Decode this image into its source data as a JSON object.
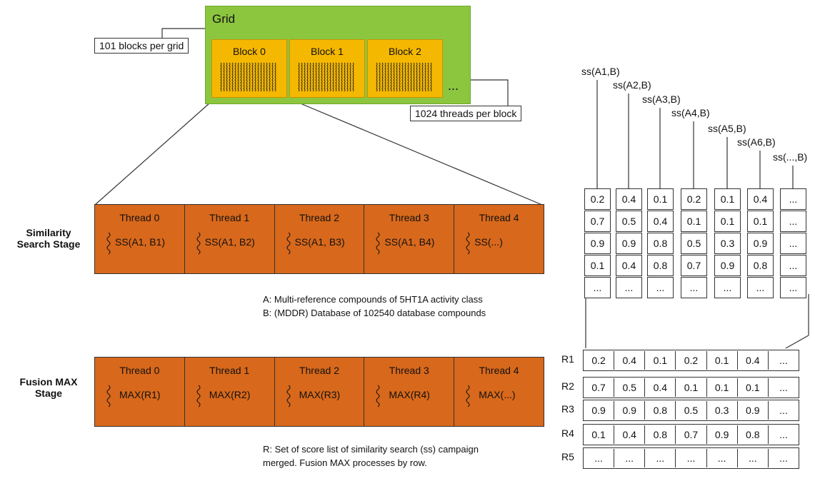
{
  "grid": {
    "title": "Grid",
    "blocks_callout": "101 blocks per grid",
    "threads_callout": "1024 threads per block",
    "blocks": [
      "Block 0",
      "Block 1",
      "Block 2"
    ],
    "ellipsis": "..."
  },
  "similarity_stage": {
    "label_line1": "Similarity",
    "label_line2": "Search Stage",
    "threads": [
      {
        "name": "Thread 0",
        "op": "SS(A1, B1)"
      },
      {
        "name": "Thread 1",
        "op": "SS(A1, B2)"
      },
      {
        "name": "Thread 2",
        "op": "SS(A1, B3)"
      },
      {
        "name": "Thread 3",
        "op": "SS(A1, B4)"
      },
      {
        "name": "Thread 4",
        "op": "SS(...)"
      }
    ],
    "note_line1": "A: Multi-reference compounds of 5HT1A activity class",
    "note_line2": "B: (MDDR) Database of 102540 database compounds"
  },
  "fusion_stage": {
    "label_line1": "Fusion MAX",
    "label_line2": "Stage",
    "threads": [
      {
        "name": "Thread 0",
        "op": "MAX(R1)"
      },
      {
        "name": "Thread 1",
        "op": "MAX(R2)"
      },
      {
        "name": "Thread 2",
        "op": "MAX(R3)"
      },
      {
        "name": "Thread 3",
        "op": "MAX(R4)"
      },
      {
        "name": "Thread 4",
        "op": "MAX(...)"
      }
    ],
    "note_line1": "R: Set of score list of similarity search (ss) campaign",
    "note_line2": "merged. Fusion MAX processes by row."
  },
  "score_columns": {
    "headers": [
      "ss(A1,B)",
      "ss(A2,B)",
      "ss(A3,B)",
      "ss(A4,B)",
      "ss(A5,B)",
      "ss(A6,B)",
      "ss(...,B)"
    ],
    "cells": [
      [
        "0.2",
        "0.4",
        "0.1",
        "0.2",
        "0.1",
        "0.4",
        "..."
      ],
      [
        "0.7",
        "0.5",
        "0.4",
        "0.1",
        "0.1",
        "0.1",
        "..."
      ],
      [
        "0.9",
        "0.9",
        "0.8",
        "0.5",
        "0.3",
        "0.9",
        "..."
      ],
      [
        "0.1",
        "0.4",
        "0.8",
        "0.7",
        "0.9",
        "0.8",
        "..."
      ],
      [
        "...",
        "...",
        "...",
        "...",
        "...",
        "...",
        "..."
      ]
    ]
  },
  "score_rows": {
    "labels": [
      "R1",
      "R2",
      "R3",
      "R4",
      "R5"
    ],
    "cells": [
      [
        "0.2",
        "0.4",
        "0.1",
        "0.2",
        "0.1",
        "0.4",
        "..."
      ],
      [
        "0.7",
        "0.5",
        "0.4",
        "0.1",
        "0.1",
        "0.1",
        "..."
      ],
      [
        "0.9",
        "0.9",
        "0.8",
        "0.5",
        "0.3",
        "0.9",
        "..."
      ],
      [
        "0.1",
        "0.4",
        "0.8",
        "0.7",
        "0.9",
        "0.8",
        "..."
      ],
      [
        "...",
        "...",
        "...",
        "...",
        "...",
        "...",
        "..."
      ]
    ]
  }
}
